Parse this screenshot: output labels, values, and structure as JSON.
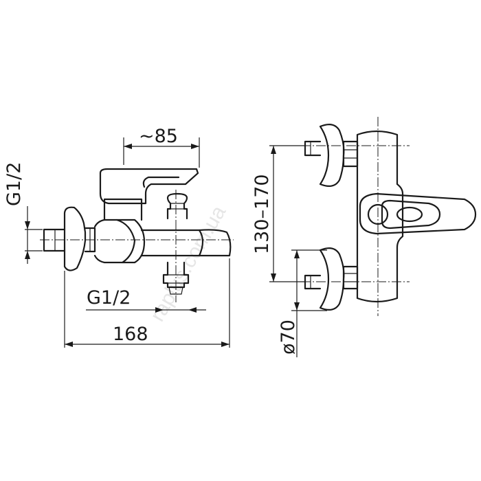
{
  "watermark": "raplus.com.ua",
  "side_view": {
    "dim_inlet_thread": "G1/2",
    "dim_handle_depth": "~85",
    "dim_outlet_thread": "G1/2",
    "dim_total_depth": "168"
  },
  "front_view": {
    "dim_center_distance": "130–170",
    "dim_flange_diameter": "ø70"
  }
}
